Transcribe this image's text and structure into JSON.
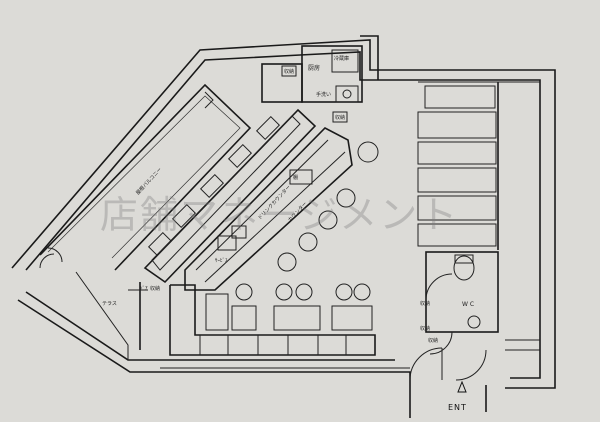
{
  "watermark": "店舗マネージメント",
  "labels": {
    "entrance": "ENT",
    "wc": "W C",
    "balcony": "屋根バルコニー",
    "drink_counter": "ドリンクカウンター",
    "counter": "カウンター",
    "kitchen": "厨房",
    "hand_wash": "手洗い",
    "refrigerator": "冷蔵庫",
    "terrace": "テラス",
    "service": "ｻｰﾋﾞｽ",
    "shelf": "棚",
    "store_1": "収納",
    "store_2": "収納",
    "store_3": "収納",
    "store_4": "収納",
    "store_5": "収納",
    "store_6": "収納",
    "door": "ﾄﾞｱ"
  }
}
